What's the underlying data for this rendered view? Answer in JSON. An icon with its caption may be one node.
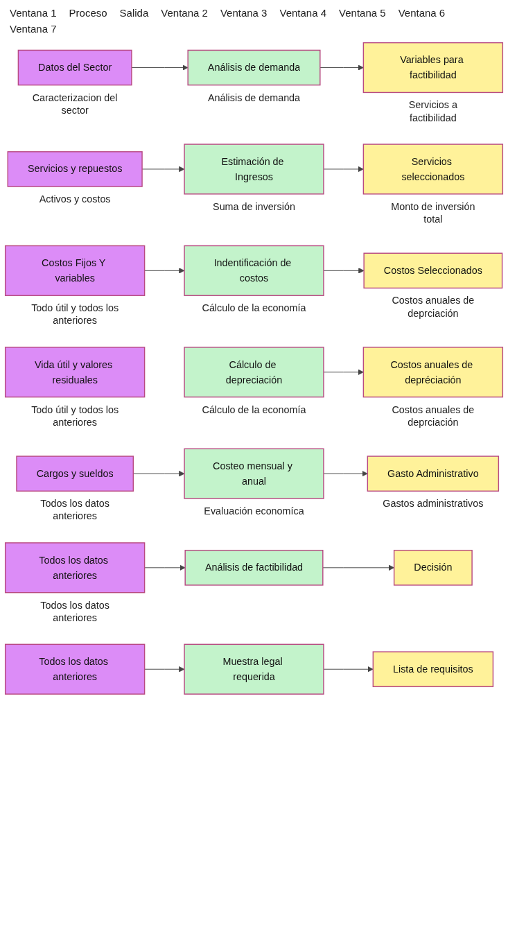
{
  "diagram": {
    "nodes": [
      {
        "text": [
          "Datos del Sector"
        ],
        "beside": [
          "Caracterizacion del sector"
        ]
      },
      {
        "text": [
          "Análisis de demanda"
        ],
        "beside": [
          "Análisis de demanda"
        ]
      },
      {
        "text": [
          "Variables para factibilidad"
        ],
        "beside": [
          "Servicios a factibilidad"
        ]
      },
      {
        "text": [
          "Servicios y repuestos"
        ],
        "beside": [
          "Activos y costos"
        ]
      },
      {
        "text": [
          "Estimación de Ingresos"
        ],
        "beside": [
          "Suma de inversión"
        ]
      },
      {
        "text": [
          "Servicios seleccionados"
        ],
        "beside": [
          "Monto de inversión total"
        ]
      },
      {
        "text": [
          "Costos Fijos Y variables"
        ],
        "beside": [
          "Todo útil y todos los anteriores"
        ]
      },
      {
        "text": [
          "Indentificación de costos"
        ],
        "beside": [
          "Cálculo de la economía"
        ]
      },
      {
        "text": [
          "Costos Seleccionados"
        ],
        "beside": [
          "Costos anuales de deprciación"
        ]
      },
      {
        "text": [
          "Vida útil y valores residuales"
        ],
        "beside": [
          "Todo útil y todos los anteriores"
        ]
      },
      {
        "text": [
          "Cálculo de depreciación"
        ],
        "beside": [
          "Cálculo de la economía"
        ]
      },
      {
        "text": [
          "Costos anuales de depréciación"
        ],
        "beside": [
          "Costos anuales de deprciación"
        ]
      },
      {
        "text": [
          "Cargos y sueldos"
        ],
        "beside": [
          "Todos los datos anteriores"
        ]
      },
      {
        "text": [
          "Costeo mensual y anual"
        ],
        "beside": [
          "Evaluación economíca"
        ]
      },
      {
        "text": [
          "Gasto Administrativo"
        ],
        "beside": [
          "Gastos administrativos"
        ]
      },
      {
        "text": [
          "Todos los datos anteriores"
        ],
        "beside": [
          "Todos los datos anteriores"
        ]
      },
      {
        "text": [
          "Análisis de factibilidad"
        ]
      },
      {
        "text": [
          "Decisión"
        ]
      },
      {
        "text": [
          "Todos los datos anteriores"
        ]
      },
      {
        "text": [
          "Muestra legal requerida"
        ]
      },
      {
        "text": [
          "Lista de requisitos"
        ]
      }
    ],
    "edges": [
      {
        "from": 0,
        "to": 1,
        "arrow": "to"
      },
      {
        "from": 1,
        "to": 2,
        "arrow": "to"
      },
      {
        "from": 3,
        "to": 4,
        "arrow": "to"
      },
      {
        "from": 4,
        "to": 5,
        "arrow": "to"
      },
      {
        "from": 6,
        "to": 7,
        "arrow": "to"
      },
      {
        "from": 7,
        "to": 8,
        "arrow": "to"
      },
      {
        "from": 10,
        "to": 11,
        "arrow": "to"
      },
      {
        "from": 12,
        "to": 13,
        "arrow": "to"
      },
      {
        "from": 13,
        "to": 14,
        "arrow": "to"
      },
      {
        "from": 15,
        "to": 16,
        "arrow": "to"
      },
      {
        "from": 16,
        "to": 17,
        "arrow": "to"
      },
      {
        "from": 18,
        "to": 19,
        "arrow": "to"
      },
      {
        "from": 19,
        "to": 20,
        "arrow": "to"
      }
    ],
    "labels": [
      "Ventana 1",
      "Proceso",
      "Salida",
      "Ventana 2",
      "Ventana 3",
      "Ventana 4",
      "Ventana 5",
      "Ventana 6",
      "Ventana 7"
    ]
  }
}
